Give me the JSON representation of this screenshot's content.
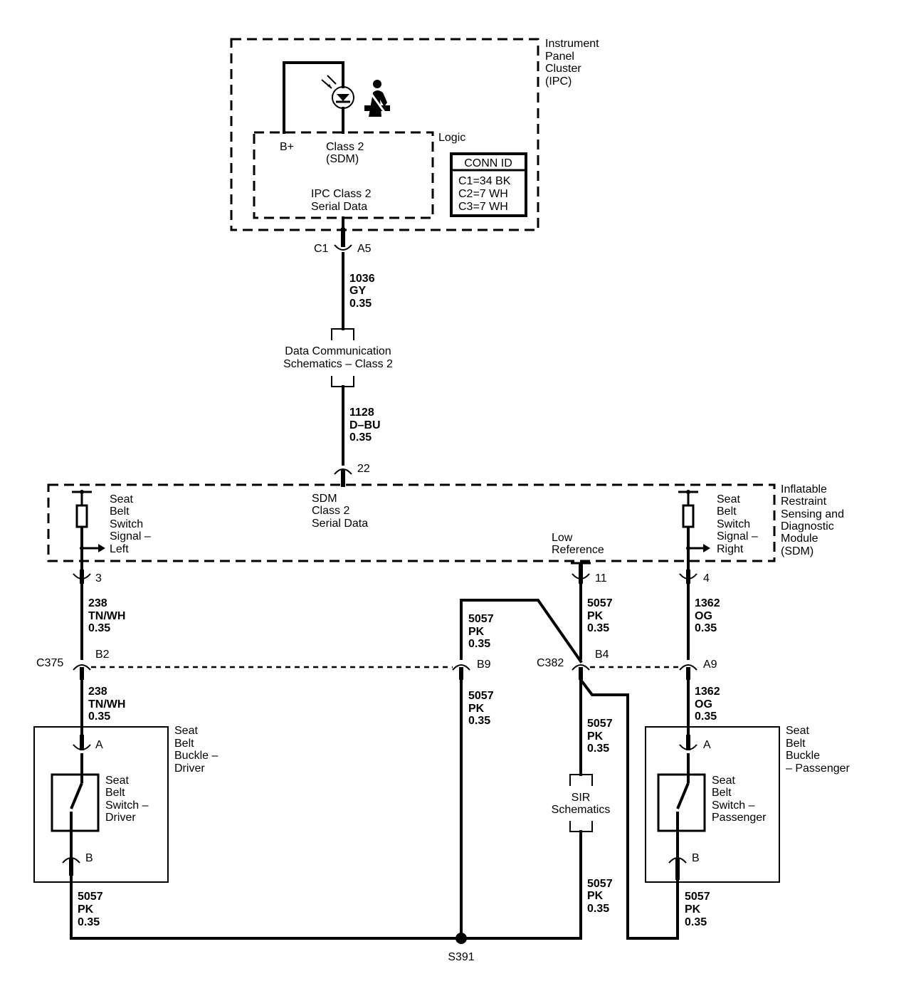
{
  "ipc": {
    "name": [
      "Instrument",
      "Panel",
      "Cluster",
      "(IPC)"
    ],
    "logic_label": "Logic",
    "b_plus": "B+",
    "class2_sdm": [
      "Class 2",
      "(SDM)"
    ],
    "serial_data": [
      "IPC Class 2",
      "Serial Data"
    ],
    "conn_id_title": "CONN ID",
    "conn_ids": [
      "C1=34 BK",
      "C2=7 WH",
      "C3=7 WH"
    ],
    "connector": "C1",
    "pin": "A5"
  },
  "wire_ipc": [
    "1036",
    "GY",
    "0.35"
  ],
  "data_comm": [
    "Data Communication",
    "Schematics – Class 2"
  ],
  "wire_dbu": [
    "1128",
    "D–BU",
    "0.35"
  ],
  "sdm": {
    "pin_22": "22",
    "name": [
      "Inflatable",
      "Restraint",
      "Sensing and",
      "Diagnostic",
      "Module",
      "(SDM)"
    ],
    "serial_data": [
      "SDM",
      "Class 2",
      "Serial Data"
    ],
    "left_signal": [
      "Seat",
      "Belt",
      "Switch",
      "Signal –",
      "Left"
    ],
    "right_signal": [
      "Seat",
      "Belt",
      "Switch",
      "Signal –",
      "Right"
    ],
    "low_ref": [
      "Low",
      "Reference"
    ],
    "pin_left": "3",
    "pin_low": "11",
    "pin_right": "4"
  },
  "wire_left_upper": [
    "238",
    "TN/WH",
    "0.35"
  ],
  "wire_low_upper": [
    "5057",
    "PK",
    "0.35"
  ],
  "wire_right_upper": [
    "1362",
    "OG",
    "0.35"
  ],
  "wire_mid_upper": [
    "5057",
    "PK",
    "0.35"
  ],
  "c375": {
    "name": "C375",
    "pin": "B2",
    "pin_b9": "B9"
  },
  "c382": {
    "name": "C382",
    "pin": "B4",
    "pin_a9": "A9"
  },
  "wire_left_lower": [
    "238",
    "TN/WH",
    "0.35"
  ],
  "wire_mid_lower": [
    "5057",
    "PK",
    "0.35"
  ],
  "wire_low_lower": [
    "5057",
    "PK",
    "0.35"
  ],
  "wire_right_lower": [
    "1362",
    "OG",
    "0.35"
  ],
  "sir": [
    "SIR",
    "Schematics"
  ],
  "wire_sir_lower": [
    "5057",
    "PK",
    "0.35"
  ],
  "buckle_driver": {
    "name": [
      "Seat",
      "Belt",
      "Buckle –",
      "Driver"
    ],
    "switch": [
      "Seat",
      "Belt",
      "Switch –",
      "Driver"
    ],
    "pin_a": "A",
    "pin_b": "B"
  },
  "buckle_passenger": {
    "name": [
      "Seat",
      "Belt",
      "Buckle",
      "– Passenger"
    ],
    "switch": [
      "Seat",
      "Belt",
      "Switch –",
      "Passenger"
    ],
    "pin_a": "A",
    "pin_b": "B"
  },
  "wire_driver_ground": [
    "5057",
    "PK",
    "0.35"
  ],
  "wire_pass_ground": [
    "5057",
    "PK",
    "0.35"
  ],
  "splice": "S391"
}
